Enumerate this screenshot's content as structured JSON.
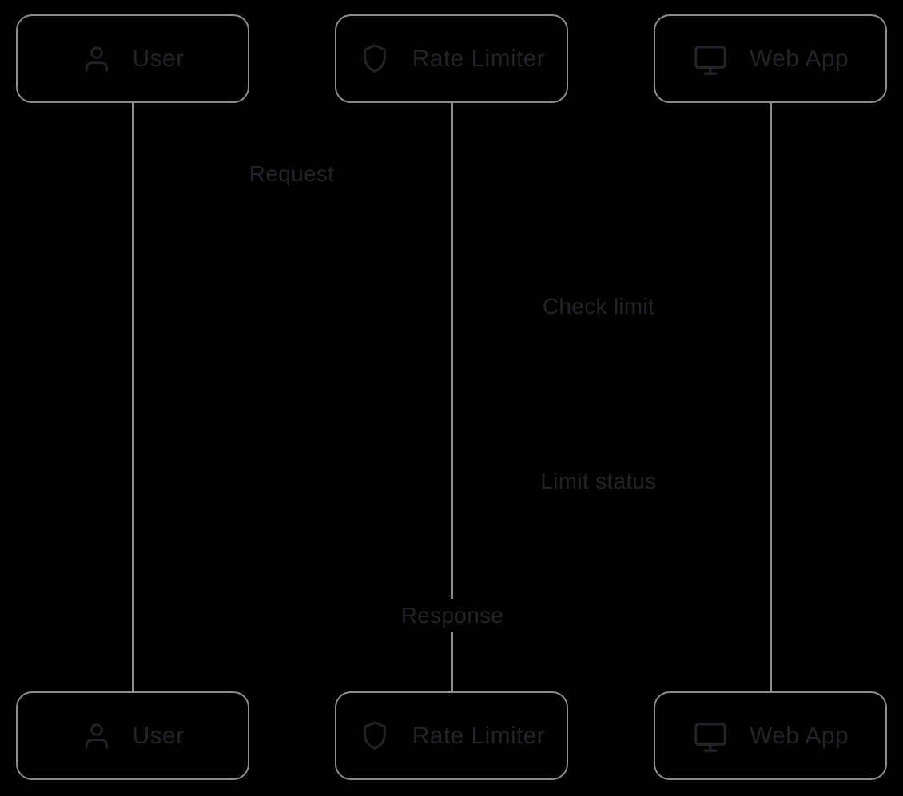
{
  "diagram": {
    "type": "sequence",
    "background_color": "#000000",
    "frame_color": "#8c8c8c",
    "text_color": "#232327",
    "participants": [
      {
        "label": "User",
        "icon": "user-icon"
      },
      {
        "label": "Rate Limiter",
        "icon": "shield-icon"
      },
      {
        "label": "Web App",
        "icon": "monitor-icon"
      }
    ],
    "messages": [
      {
        "label": "Request"
      },
      {
        "label": "Check limit"
      },
      {
        "label": "Limit status"
      },
      {
        "label": "Response"
      }
    ]
  }
}
